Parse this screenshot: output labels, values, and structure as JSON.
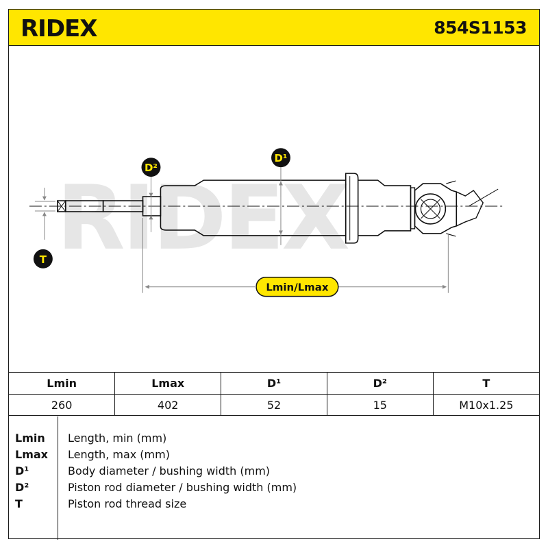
{
  "header": {
    "brand": "RIDEX",
    "part_number": "854S1153",
    "colors": {
      "accent": "#ffe600",
      "ink": "#1a1a1a"
    }
  },
  "drawing": {
    "watermark": "RIDEX",
    "callouts": {
      "d1": "D¹",
      "d2": "D²",
      "t": "T",
      "length": "Lmin/Lmax"
    }
  },
  "table": {
    "headers": [
      "Lmin",
      "Lmax",
      "D¹",
      "D²",
      "T"
    ],
    "values": [
      "260",
      "402",
      "52",
      "15",
      "M10x1.25"
    ]
  },
  "legend": [
    {
      "key": "Lmin",
      "desc": "Length, min (mm)"
    },
    {
      "key": "Lmax",
      "desc": "Length, max (mm)"
    },
    {
      "key": "D¹",
      "desc": "Body diameter / bushing width (mm)"
    },
    {
      "key": "D²",
      "desc": "Piston rod diameter / bushing width (mm)"
    },
    {
      "key": "T",
      "desc": "Piston rod thread size"
    }
  ]
}
